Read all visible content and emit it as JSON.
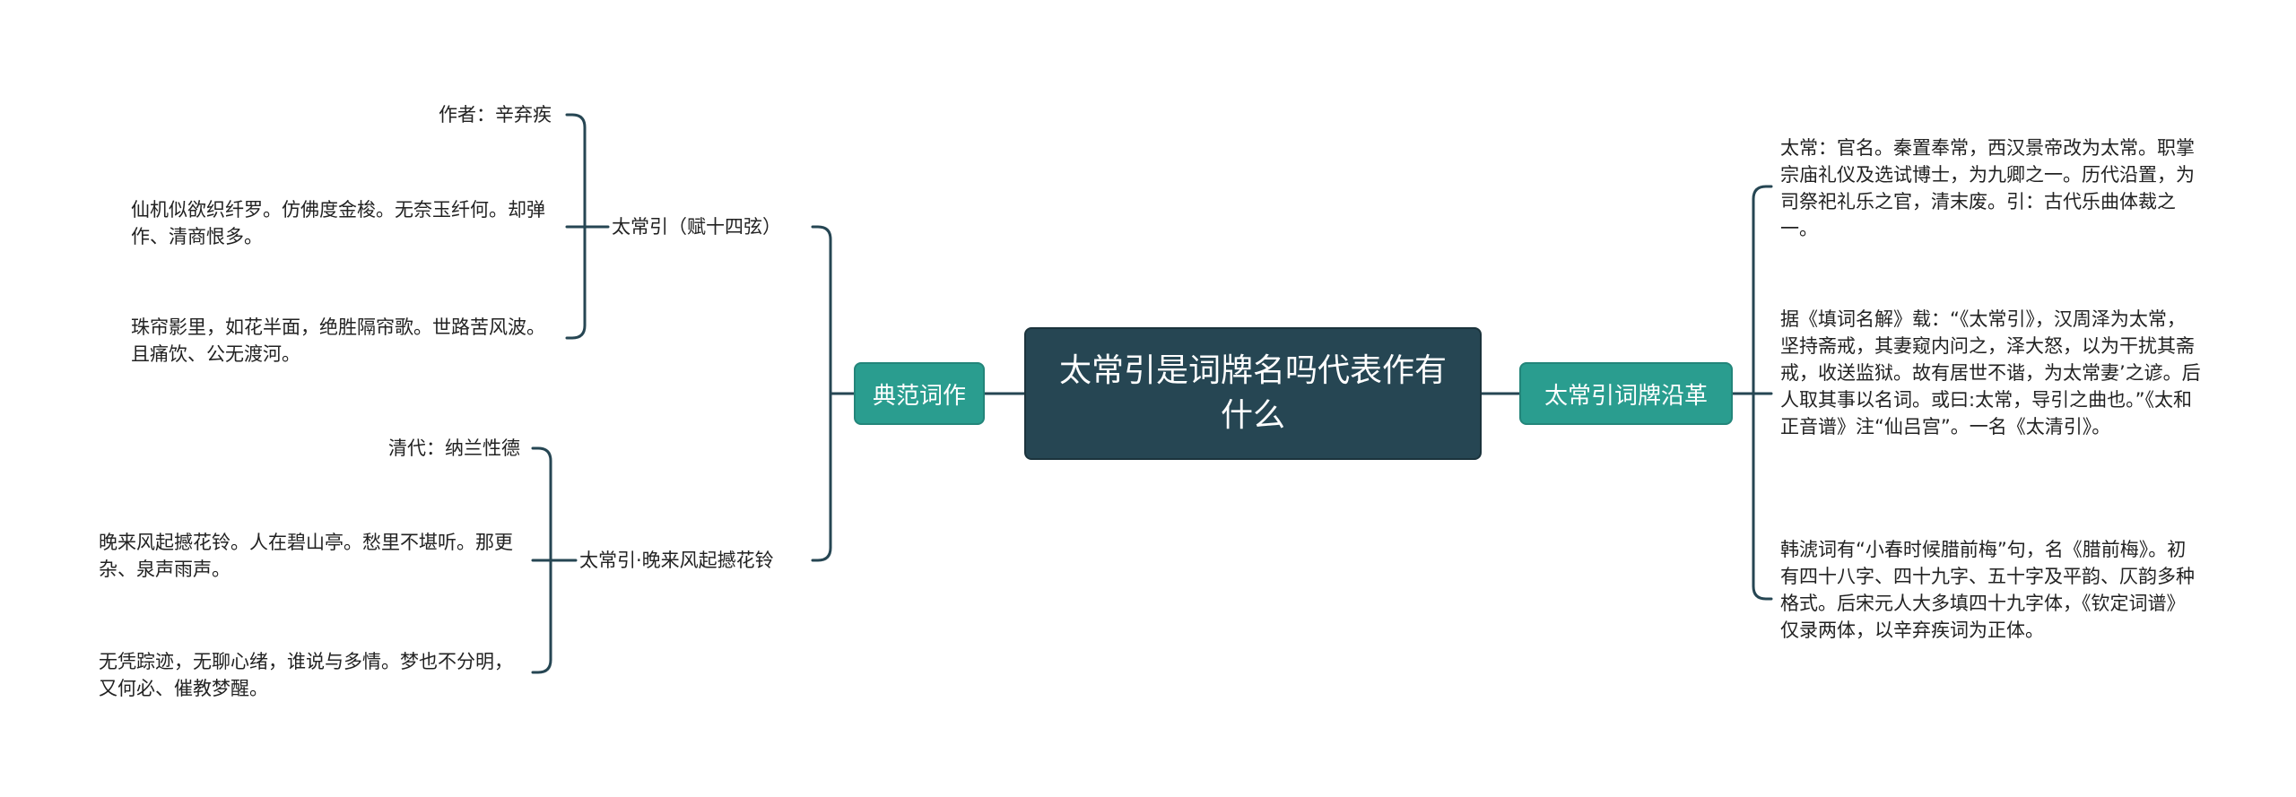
{
  "root": {
    "title": "太常引是词牌名吗代表作有什么"
  },
  "left_branch": {
    "label": "典范词作",
    "children": [
      {
        "title": "太常引（赋十四弦）",
        "leaves": [
          "作者：辛弃疾",
          "仙机似欲织纤罗。仿佛度金梭。无奈玉纤何。却弹作、清商恨多。",
          "珠帘影里，如花半面，绝胜隔帘歌。世路苦风波。且痛饮、公无渡河。"
        ]
      },
      {
        "title": "太常引·晚来风起撼花铃",
        "leaves": [
          "清代：纳兰性德",
          "晚来风起撼花铃。人在碧山亭。愁里不堪听。那更杂、泉声雨声。",
          "无凭踪迹，无聊心绪，谁说与多情。梦也不分明，又何必、催教梦醒。"
        ]
      }
    ]
  },
  "right_branch": {
    "label": "太常引词牌沿革",
    "leaves": [
      "太常：官名。秦置奉常，西汉景帝改为太常。职掌宗庙礼仪及选试博士，为九卿之一。历代沿置，为司祭祀礼乐之官，清末废。引：古代乐曲体裁之一。",
      "据《填词名解》载：“《太常引》，汉周泽为太常，坚持斋戒，其妻窥内问之，泽大怒，以为干扰其斋戒，收送监狱。故有居世不谐，为太常妻’之谚。后人取其事以名词。或曰:太常，导引之曲也。”《太和正音谱》注“仙吕宫”。一名《太清引》。",
      "韩淲词有“小春时候腊前梅”句，名《腊前梅》。初有四十八字、四十九字、五十字及平韵、仄韵多种格式。后宋元人大多填四十九字体，《钦定词谱》仅录两体，以辛弃疾词为正体。"
    ]
  },
  "colors": {
    "root_fill": "#264653",
    "branch_fill": "#2a9d8f",
    "connector": "#264653",
    "text": "#222222"
  }
}
